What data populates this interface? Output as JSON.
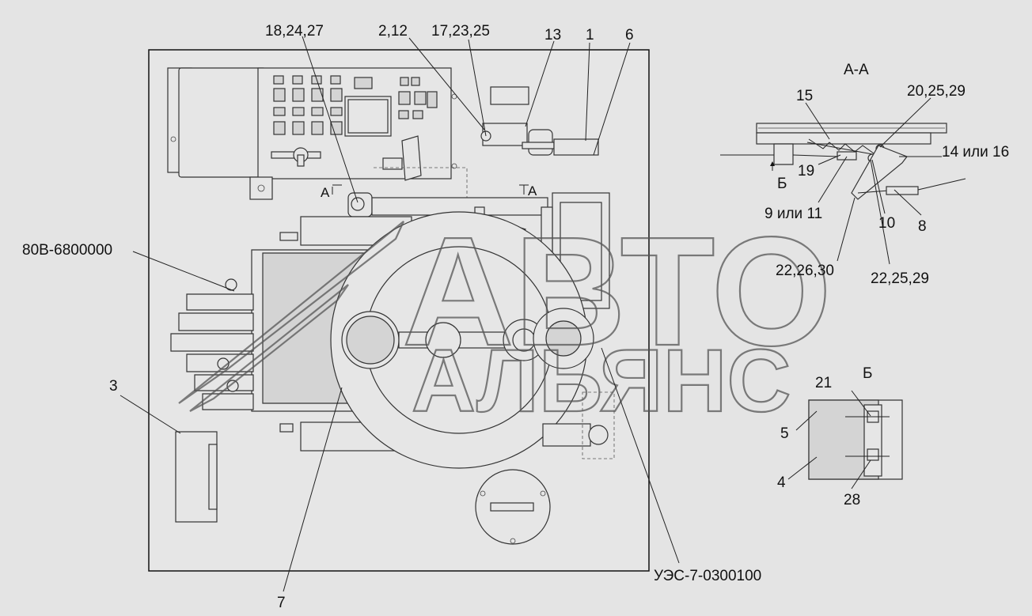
{
  "watermark": {
    "line1": "АВТО",
    "line2": "АЛЬЯНС"
  },
  "section": {
    "title": "А-А",
    "mark_left": "А",
    "mark_right": "А",
    "view_b": "Б",
    "arrow_b": "Б"
  },
  "callouts": {
    "c_18_24_27": "18,24,27",
    "c_2_12": "2,12",
    "c_17_23_25": "17,23,25",
    "c_13": "13",
    "c_1": "1",
    "c_6": "6",
    "c_80b": "80В-6800000",
    "c_3": "3",
    "c_7": "7",
    "c_ues": "УЭС-7-0300100",
    "c_15": "15",
    "c_20_25_29": "20,25,29",
    "c_14_16": "14 или 16",
    "c_19": "19",
    "c_9_11": "9 или 11",
    "c_10": "10",
    "c_8": "8",
    "c_22_26_30": "22,26,30",
    "c_22_25_29": "22,25,29",
    "c_21": "21",
    "c_5": "5",
    "c_4": "4",
    "c_28": "28"
  }
}
